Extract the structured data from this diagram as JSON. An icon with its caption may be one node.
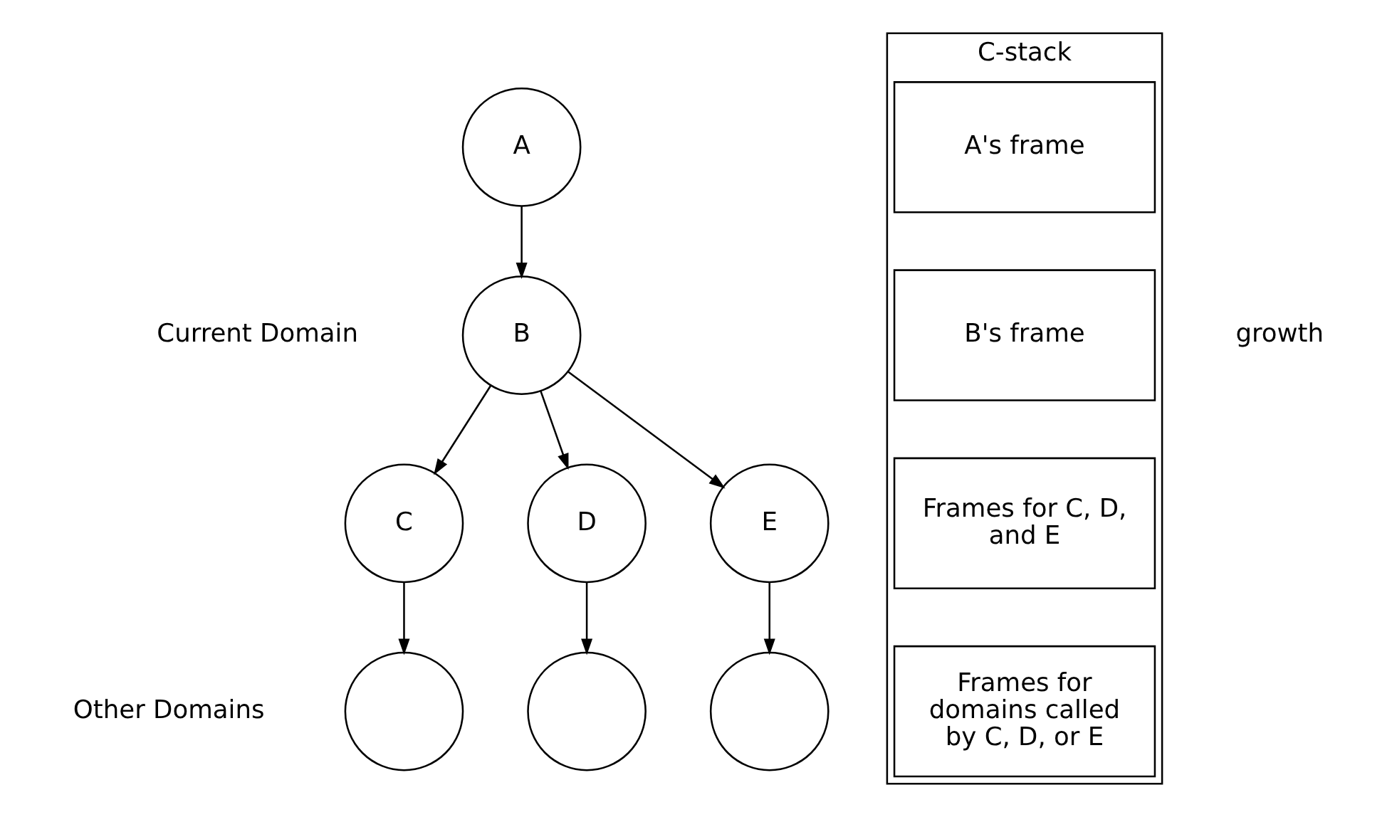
{
  "diagram": {
    "nodes": [
      {
        "text": [
          "A"
        ]
      },
      {
        "text": [
          "B"
        ]
      },
      {
        "text": [
          "C"
        ]
      },
      {
        "text": [
          "D"
        ]
      },
      {
        "text": [
          "E"
        ]
      },
      {
        "text": [],
        "shape": "circle"
      },
      {
        "text": [],
        "shape": "circle"
      },
      {
        "text": [],
        "shape": "circle"
      },
      {
        "text": [
          "C-stack"
        ]
      },
      {
        "text": [
          "A's frame"
        ],
        "in": 8
      },
      {
        "text": [
          "B's frame"
        ],
        "in": 8
      },
      {
        "text": [
          "Frames for C, D, and E"
        ],
        "in": 8
      },
      {
        "text": [
          "Frames for domains called by C, D, or E"
        ],
        "in": 8
      }
    ],
    "edges": [
      {
        "from": 0,
        "to": 1,
        "arrow": "to"
      },
      {
        "from": 1,
        "to": 2,
        "arrow": "to"
      },
      {
        "from": 1,
        "to": 3,
        "arrow": "to"
      },
      {
        "from": 1,
        "to": 4,
        "arrow": "to"
      },
      {
        "from": 2,
        "to": 5,
        "arrow": "to"
      },
      {
        "from": 3,
        "to": 6,
        "arrow": "to"
      },
      {
        "from": 4,
        "to": 7,
        "arrow": "to"
      }
    ],
    "labels": [
      "Current Domain",
      "growth",
      "Other Domains"
    ]
  }
}
